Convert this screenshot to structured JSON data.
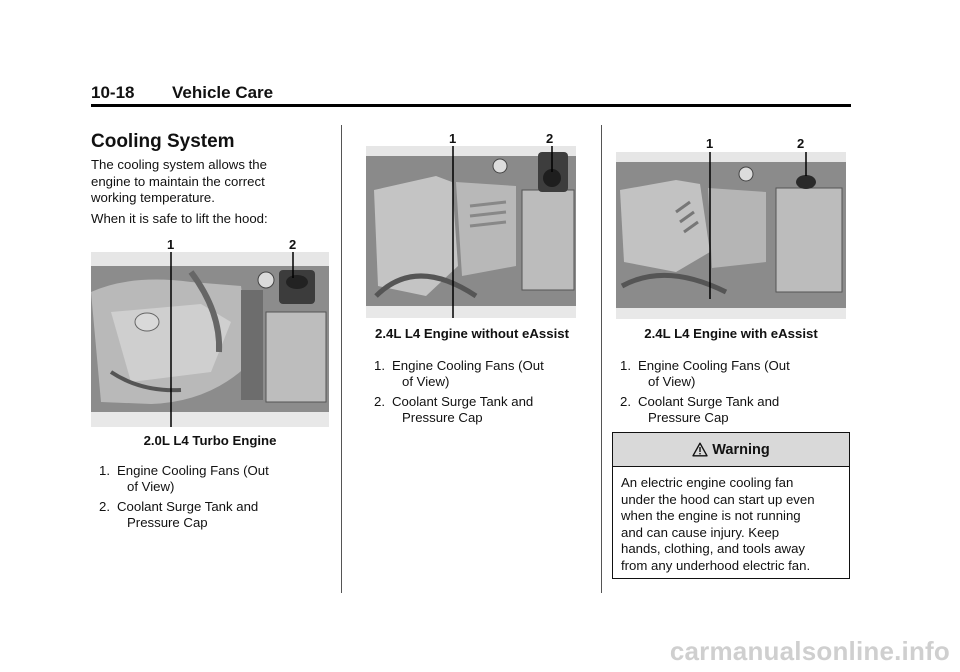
{
  "header": {
    "page_number": "10-18",
    "chapter": "Vehicle Care"
  },
  "section_title": "Cooling System",
  "intro": {
    "line1": "The cooling system allows the",
    "line2": "engine to maintain the correct",
    "line3": "working temperature.",
    "hood": "When it is safe to lift the hood:"
  },
  "figures": [
    {
      "callout1": "1",
      "callout2": "2",
      "caption": "2.0L L4 Turbo Engine",
      "items": [
        {
          "num": "1.",
          "line1": "Engine Cooling Fans (Out",
          "line2": "of View)"
        },
        {
          "num": "2.",
          "line1": "Coolant Surge Tank and",
          "line2": "Pressure Cap"
        }
      ]
    },
    {
      "callout1": "1",
      "callout2": "2",
      "caption": "2.4L L4 Engine without eAssist",
      "items": [
        {
          "num": "1.",
          "line1": "Engine Cooling Fans (Out",
          "line2": "of View)"
        },
        {
          "num": "2.",
          "line1": "Coolant Surge Tank and",
          "line2": "Pressure Cap"
        }
      ]
    },
    {
      "callout1": "1",
      "callout2": "2",
      "caption": "2.4L L4 Engine with eAssist",
      "items": [
        {
          "num": "1.",
          "line1": "Engine Cooling Fans (Out",
          "line2": "of View)"
        },
        {
          "num": "2.",
          "line1": "Coolant Surge Tank and",
          "line2": "Pressure Cap"
        }
      ]
    }
  ],
  "warning": {
    "title": "Warning",
    "icon": "warning-triangle-icon",
    "lines": [
      "An electric engine cooling fan",
      "under the hood can start up even",
      "when the engine is not running",
      "and can cause injury. Keep",
      "hands, clothing, and tools away",
      "from any underhood electric fan."
    ]
  },
  "watermark": "carmanualsonline.info"
}
